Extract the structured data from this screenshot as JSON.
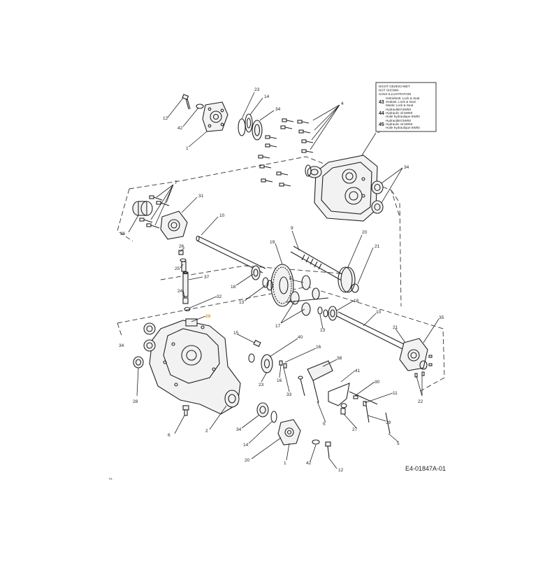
{
  "diagram": {
    "doc_code": "E4-01847A-01",
    "corner_mark": "PA",
    "legend": {
      "header_lines": [
        "NICHT GEZEICHNET",
        "NOT SHOWN",
        "SANS ILLUSTRATION"
      ],
      "entries": [
        {
          "num": "43",
          "lines": [
            "Getriebeöl, Lock & Seal",
            "Sealant, Lock & Seal",
            "Mastic Lock & Seal"
          ]
        },
        {
          "num": "44",
          "lines": [
            "Hydrauliköl 5W50",
            "Hydraulic oil 5W50",
            "Huile hydraulique 5W50"
          ]
        },
        {
          "num": "45",
          "lines": [
            "Hydrauliköl 5W50",
            "Hydraulic oil 5W50",
            "Huile hydraulique 5W50"
          ]
        }
      ]
    },
    "callouts": [
      {
        "id": "c12a",
        "label": "12"
      },
      {
        "id": "c42a",
        "label": "42"
      },
      {
        "id": "c1a",
        "label": "1"
      },
      {
        "id": "c23a",
        "label": "23"
      },
      {
        "id": "c14a",
        "label": "14"
      },
      {
        "id": "c34a",
        "label": "34"
      },
      {
        "id": "c4",
        "label": "4"
      },
      {
        "id": "c3",
        "label": "3"
      },
      {
        "id": "c34b",
        "label": "34"
      },
      {
        "id": "c7",
        "label": "7"
      },
      {
        "id": "c31",
        "label": "31"
      },
      {
        "id": "c10a",
        "label": "10"
      },
      {
        "id": "c36",
        "label": "36"
      },
      {
        "id": "c9",
        "label": "9"
      },
      {
        "id": "c20",
        "label": "20"
      },
      {
        "id": "c19",
        "label": "19"
      },
      {
        "id": "c21a",
        "label": "21"
      },
      {
        "id": "c26",
        "label": "26"
      },
      {
        "id": "c25",
        "label": "25"
      },
      {
        "id": "c37",
        "label": "37"
      },
      {
        "id": "c18a",
        "label": "18"
      },
      {
        "id": "c8",
        "label": "8"
      },
      {
        "id": "c13a",
        "label": "13"
      },
      {
        "id": "c24",
        "label": "24"
      },
      {
        "id": "c32",
        "label": "32"
      },
      {
        "id": "c29",
        "label": "29",
        "highlight": true
      },
      {
        "id": "c17",
        "label": "17"
      },
      {
        "id": "c13b",
        "label": "13"
      },
      {
        "id": "c18b",
        "label": "18"
      },
      {
        "id": "c10b",
        "label": "10"
      },
      {
        "id": "c35",
        "label": "35"
      },
      {
        "id": "c21b",
        "label": "21"
      },
      {
        "id": "c15",
        "label": "15"
      },
      {
        "id": "c40",
        "label": "40"
      },
      {
        "id": "c16a",
        "label": "16"
      },
      {
        "id": "c38",
        "label": "38"
      },
      {
        "id": "c34c",
        "label": "34"
      },
      {
        "id": "c41",
        "label": "41"
      },
      {
        "id": "c22",
        "label": "22"
      },
      {
        "id": "c28",
        "label": "28"
      },
      {
        "id": "c23b",
        "label": "23"
      },
      {
        "id": "c16b",
        "label": "16"
      },
      {
        "id": "c33",
        "label": "33"
      },
      {
        "id": "c30",
        "label": "30"
      },
      {
        "id": "c11",
        "label": "11"
      },
      {
        "id": "c6",
        "label": "6"
      },
      {
        "id": "c2",
        "label": "2"
      },
      {
        "id": "c34d",
        "label": "34"
      },
      {
        "id": "c5a",
        "label": "5"
      },
      {
        "id": "c27",
        "label": "27"
      },
      {
        "id": "c39",
        "label": "39"
      },
      {
        "id": "c5b",
        "label": "5"
      },
      {
        "id": "c14b",
        "label": "14"
      },
      {
        "id": "c20b",
        "label": "20"
      },
      {
        "id": "c1b",
        "label": "1"
      },
      {
        "id": "c42b",
        "label": "42"
      },
      {
        "id": "c12b",
        "label": "12"
      }
    ]
  }
}
